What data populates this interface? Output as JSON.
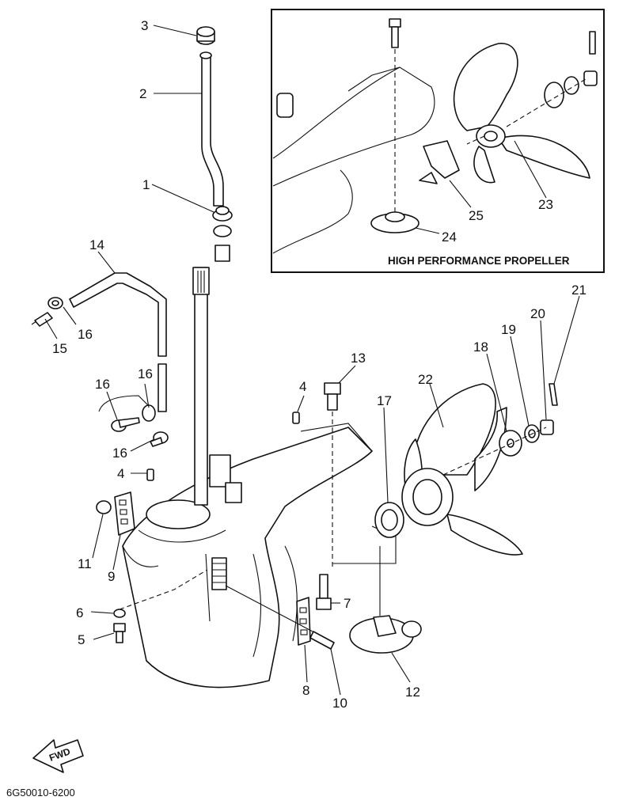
{
  "inset": {
    "title": "HIGH PERFORMANCE PROPELLER",
    "callouts": [
      "23",
      "24",
      "25"
    ]
  },
  "callouts": [
    "1",
    "2",
    "3",
    "4",
    "4",
    "5",
    "6",
    "7",
    "8",
    "9",
    "10",
    "11",
    "12",
    "13",
    "14",
    "15",
    "16",
    "16",
    "16",
    "16",
    "17",
    "18",
    "19",
    "20",
    "21",
    "22"
  ],
  "direction_badge": "FWD",
  "drawing_code": "6G50010-6200"
}
